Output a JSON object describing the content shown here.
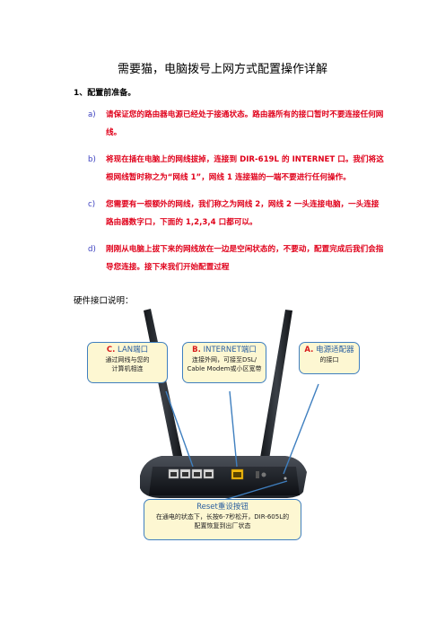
{
  "doc": {
    "title": "需要猫，电脑拨号上网方式配置操作详解",
    "section1": "1、配置前准备。",
    "items": [
      {
        "label": "a)",
        "text": "请保证您的路由器电源已经处于接通状态。路由器所有的接口暂时不要连接任何网线。"
      },
      {
        "label": "b)",
        "text": "将现在插在电脑上的网线拔掉，连接到 DIR-619L 的 INTERNET 口。我们将这根网线暂时称之为“网线 1”，网线 1 连接猫的一端不要进行任何操作。"
      },
      {
        "label": "c)",
        "text": "您需要有一根额外的网线，我们称之为网线 2，网线 2 一头连接电脑，一头连接路由器数字口，下面的 1,2,3,4 口都可以。"
      },
      {
        "label": "d)",
        "text": "刚刚从电脑上拔下来的网线放在一边是空闲状态的，不要动，配置完成后我们会指导您连接。接下来我们开始配置过程"
      }
    ],
    "hw_title": "硬件接口说明："
  },
  "figure": {
    "callout_c": {
      "key": "C.",
      "head": " LAN端口",
      "line1": "通过网线与您的",
      "line2": "计算机相连"
    },
    "callout_b": {
      "key": "B.",
      "head": " INTERNET端口",
      "line1": "连接外网，可接至DSL/",
      "line2": "Cable Modem或小区宽带"
    },
    "callout_a": {
      "key": "A.",
      "head": " 电源适配器",
      "line1": "的接口",
      "line2": ""
    },
    "callout_reset": {
      "head": "Reset重设按钮",
      "line1": "在通电的状态下，长按6-7秒松开，DIR-605L的",
      "line2": "配置恢复到出厂状态"
    }
  }
}
